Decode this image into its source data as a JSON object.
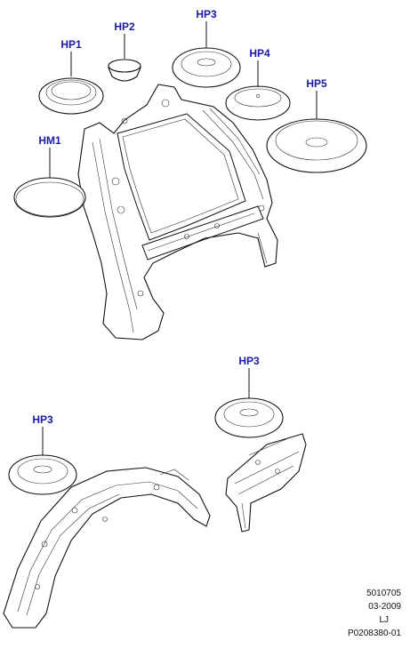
{
  "callouts": {
    "hp1": "HP1",
    "hp2": "HP2",
    "hp3_top": "HP3",
    "hp4": "HP4",
    "hp5": "HP5",
    "hm1": "HM1",
    "hp3_right": "HP3",
    "hp3_left": "HP3"
  },
  "reference": {
    "line1": "5010705",
    "line2": "03-2009",
    "line3": "LJ",
    "line4": "P0208380-01"
  },
  "colors": {
    "callout_text": "#1a1aa6",
    "line_art": "#111111",
    "background": "#ffffff"
  }
}
